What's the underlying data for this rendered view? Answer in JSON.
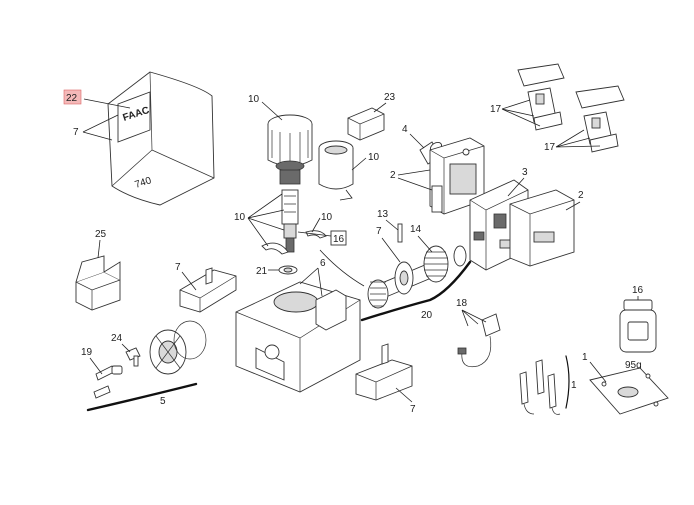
{
  "callouts": {
    "c22": "22",
    "c7_cover": "7",
    "c10_motor": "10",
    "c23": "23",
    "c4": "4",
    "c10_stator": "10",
    "c2_board": "2",
    "c3": "3",
    "c17_top": "17",
    "c17_bottom": "17",
    "c10_shaft": "10",
    "c10_ring": "10",
    "c16_badge": "16",
    "c13": "13",
    "c7_pin": "7",
    "c14": "14",
    "c2_box": "2",
    "c25": "25",
    "c7_bracket": "7",
    "c6": "6",
    "c21": "21",
    "c20": "20",
    "c18": "18",
    "c16_jar": "16",
    "c24": "24",
    "c19": "19",
    "c5": "5",
    "c7_rack": "7",
    "c1_top": "1",
    "c1_side": "1"
  },
  "cover_logo": "FAAC",
  "cover_model": "740",
  "jar_weight": "95g",
  "colors": {
    "highlight": "#f4b9b9",
    "ink": "#222222"
  }
}
